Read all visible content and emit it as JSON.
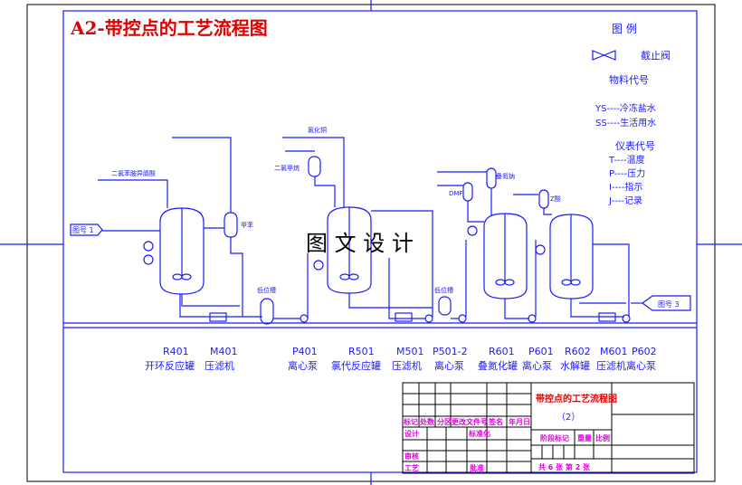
{
  "title": "A2-带控点的工艺流程图",
  "watermark": "图 文 设 计",
  "legend": {
    "heading": "图 例",
    "valve_label": "截止阀",
    "material_heading": "物料代号",
    "materials": [
      "YS----冷冻盐水",
      "SS----生活用水"
    ],
    "instrument_heading": "仪表代号",
    "instruments": [
      "T----温度",
      "P----压力",
      "I----指示",
      "J----记录"
    ]
  },
  "streams": {
    "in1": "图号 1",
    "out3": "图号 3",
    "s1": "二氯苯胺异腈酸",
    "s2": "甲苯",
    "s3": "低位槽",
    "s4": "氯化铜",
    "s5": "二氯甲烷",
    "s6": "低位槽",
    "s7": "叠氮钠",
    "s8": "DMF",
    "s9": "Z酸"
  },
  "equipment": [
    {
      "code": "R401",
      "name": "开环反应罐"
    },
    {
      "code": "M401",
      "name": "压滤机"
    },
    {
      "code": "P401",
      "name": "离心泵"
    },
    {
      "code": "R501",
      "name": "氯代反应罐"
    },
    {
      "code": "M501",
      "name": "压滤机"
    },
    {
      "code": "P501-2",
      "name": "离心泵"
    },
    {
      "code": "R601",
      "name": "叠氮化罐"
    },
    {
      "code": "P601",
      "name": "离心泵"
    },
    {
      "code": "R602",
      "name": "水解罐"
    },
    {
      "code": "M601",
      "name": "压滤机"
    },
    {
      "code": "P602",
      "name": "离心泵"
    }
  ],
  "title_block": {
    "drawing_title": "带控点的工艺流程图",
    "drawing_no": "（2）",
    "headers": [
      "标记",
      "处数",
      "分区",
      "更改文件号",
      "签名",
      "年月日"
    ],
    "design": "设计",
    "standard": "标准化",
    "review": "审核",
    "process": "工艺",
    "approve": "批准",
    "stage": "阶段标记",
    "weight": "重量",
    "scale": "比例",
    "sheets": "共 6 张 第 2 张"
  },
  "colors": {
    "line": "#1a1aff",
    "title": "#e00000",
    "block_text": "#e000e0"
  }
}
